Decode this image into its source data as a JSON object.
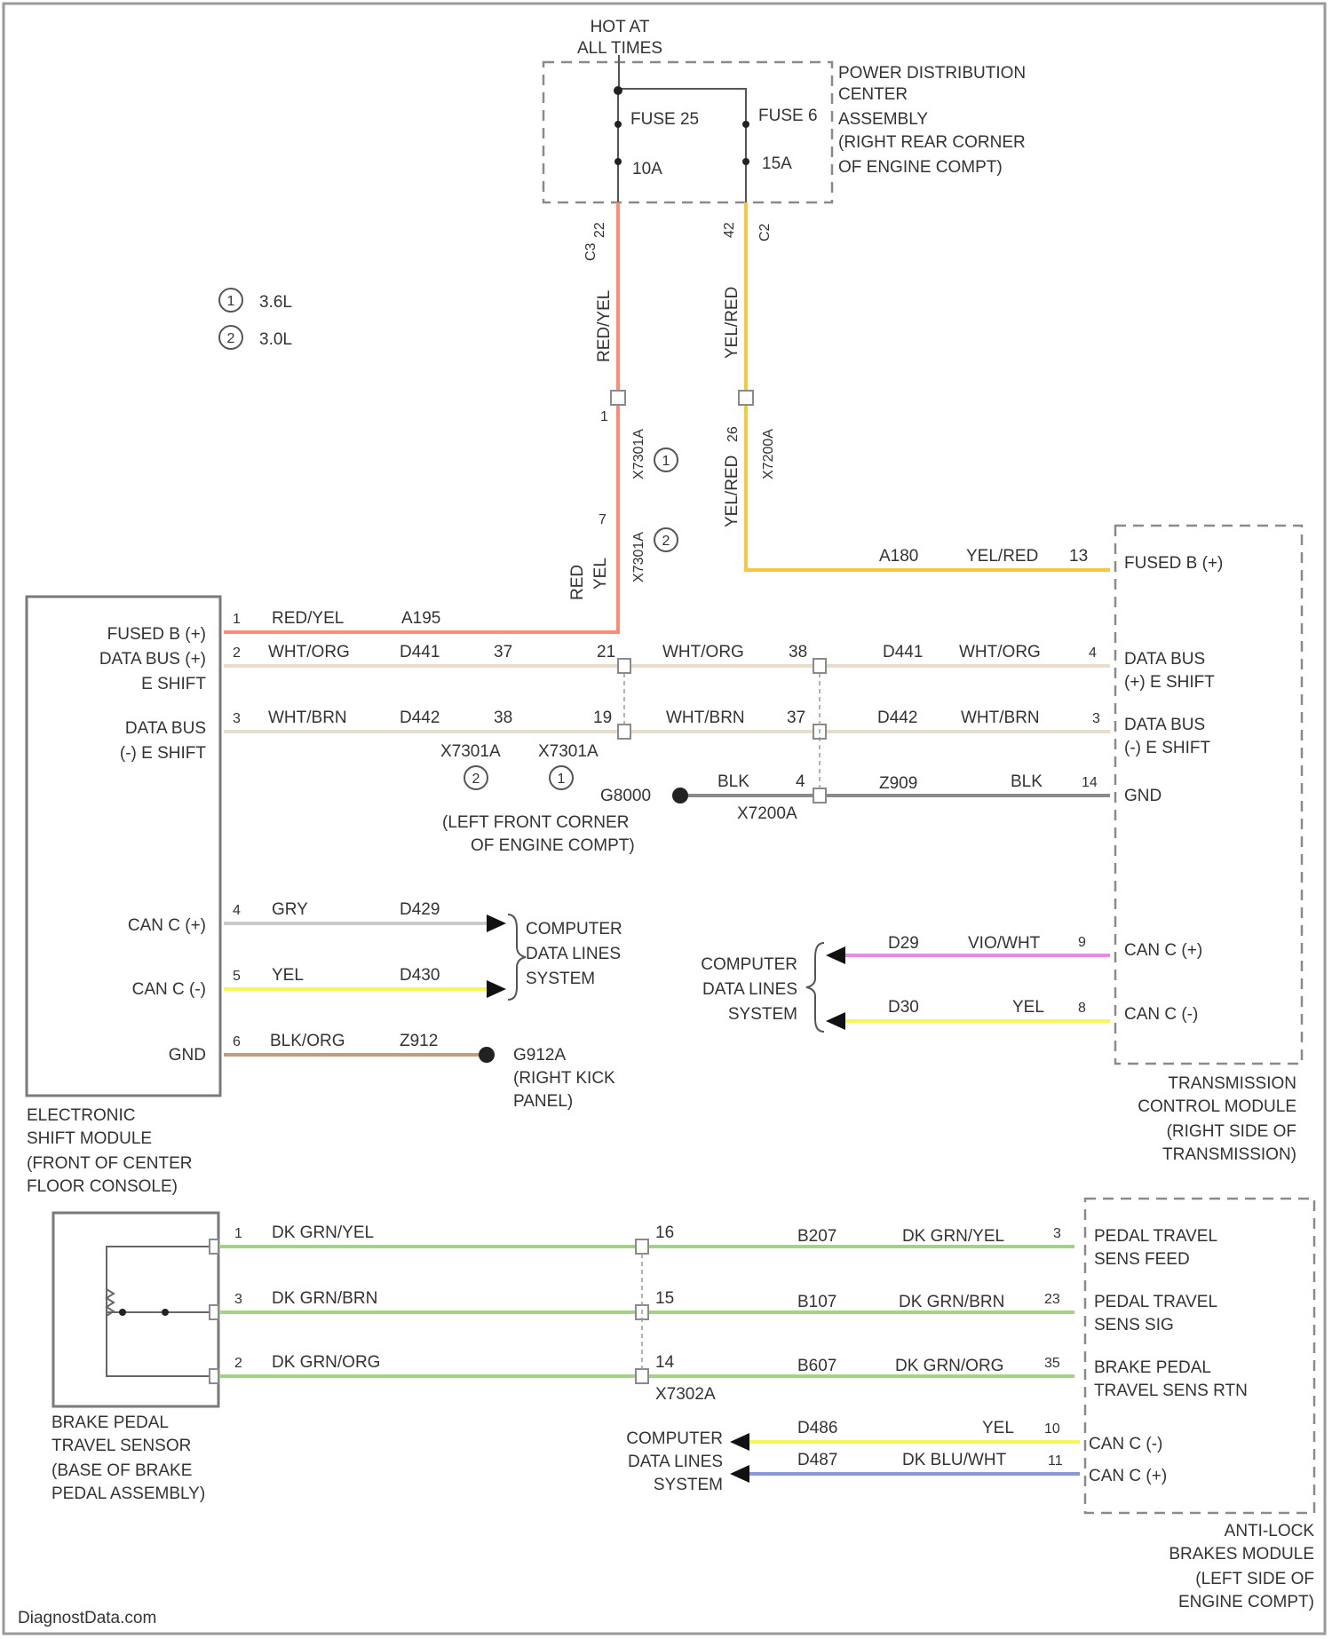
{
  "legend": [
    {
      "marker": "1",
      "text": "3.6L"
    },
    {
      "marker": "2",
      "text": "3.0L"
    }
  ],
  "pdc": {
    "top_note": [
      "HOT AT",
      "ALL TIMES"
    ],
    "label": [
      "POWER DISTRIBUTION",
      "CENTER",
      "ASSEMBLY",
      "(RIGHT REAR CORNER",
      "OF ENGINE COMPT)"
    ],
    "fuse_left_name": "FUSE 25",
    "fuse_left_amps": "10A",
    "fuse_right_name": "FUSE 6",
    "fuse_right_amps": "15A",
    "pin_left": "22",
    "pin_left_conn": "C3",
    "pin_right": "42",
    "pin_right_conn": "C2"
  },
  "feed_left": {
    "color_label": "RED/YEL",
    "inline_pin_a": "1",
    "inline_conn_a": "X7301A",
    "inline_pin_b": "7",
    "inline_conn_b": "X7301A",
    "alt_color": [
      "RED",
      "YEL"
    ],
    "marker_a": "1",
    "marker_b": "2"
  },
  "feed_right": {
    "color_label_top": "YEL/RED",
    "color_label_bottom": "YEL/RED",
    "inline_pin": "26",
    "inline_conn": "X7200A"
  },
  "esm": {
    "pins": [
      {
        "label": [
          "FUSED B (+)"
        ],
        "pin": "1"
      },
      {
        "label": [
          "DATA BUS (+)",
          "E SHIFT"
        ],
        "pin": "2"
      },
      {
        "label": [
          "DATA BUS",
          "(-) E SHIFT"
        ],
        "pin": "3"
      },
      {
        "label": [
          "CAN C (+)"
        ],
        "pin": "4"
      },
      {
        "label": [
          "CAN C (-)"
        ],
        "pin": "5"
      },
      {
        "label": [
          "GND"
        ],
        "pin": "6"
      }
    ],
    "name": [
      "ELECTRONIC",
      "SHIFT MODULE",
      "(FRONT OF CENTER",
      "FLOOR CONSOLE)"
    ]
  },
  "tcm": {
    "pins": [
      {
        "label": [
          "FUSED B (+)"
        ],
        "pin": "13"
      },
      {
        "label": [
          "DATA BUS",
          "(+) E SHIFT"
        ],
        "pin": "4"
      },
      {
        "label": [
          "DATA BUS",
          "(-) E SHIFT"
        ],
        "pin": "3"
      },
      {
        "label": [
          "GND"
        ],
        "pin": "14"
      },
      {
        "label": [
          "CAN C (+)"
        ],
        "pin": "9"
      },
      {
        "label": [
          "CAN C (-)"
        ],
        "pin": "8"
      }
    ],
    "name": [
      "TRANSMISSION",
      "CONTROL MODULE",
      "(RIGHT SIDE OF",
      "TRANSMISSION)"
    ]
  },
  "harness": {
    "w1": {
      "color": "RED/YEL",
      "circuit": "A195"
    },
    "w2": {
      "left_color": "WHT/ORG",
      "left_circuit": "D441",
      "pin_a": "37",
      "pin_b": "21",
      "mid_color": "WHT/ORG",
      "pin_c": "38",
      "right_circuit": "D441",
      "right_color": "WHT/ORG"
    },
    "w3": {
      "left_color": "WHT/BRN",
      "left_circuit": "D442",
      "pin_a": "38",
      "pin_b": "19",
      "mid_color": "WHT/BRN",
      "pin_c": "37",
      "right_circuit": "D442",
      "right_color": "WHT/BRN"
    },
    "conn_under_a": "X7301A",
    "conn_under_b": "X7301A",
    "marker_under_a": "2",
    "marker_under_b": "1",
    "gnd": {
      "splice": "G8000",
      "color_a": "BLK",
      "pin": "4",
      "conn": "X7200A",
      "circuit": "Z909",
      "color_b": "BLK"
    },
    "gnd_location": [
      "(LEFT FRONT CORNER",
      "OF ENGINE COMPT)"
    ]
  },
  "esm_can": {
    "can_plus": {
      "color": "GRY",
      "circuit": "D429"
    },
    "can_minus": {
      "color": "YEL",
      "circuit": "D430"
    },
    "gnd": {
      "color": "BLK/ORG",
      "circuit": "Z912",
      "splice": "G912A"
    },
    "dest": [
      "COMPUTER",
      "DATA LINES",
      "SYSTEM"
    ],
    "gnd_location": [
      "(RIGHT KICK",
      "PANEL)"
    ]
  },
  "tcm_can": {
    "can_plus": {
      "circuit": "D29",
      "color": "VIO/WHT",
      "pin": "9"
    },
    "can_minus": {
      "circuit": "D30",
      "color": "YEL",
      "pin": "8"
    },
    "dest": [
      "COMPUTER",
      "DATA LINES",
      "SYSTEM"
    ]
  },
  "bpts": {
    "name": [
      "BRAKE PEDAL",
      "TRAVEL SENSOR",
      "(BASE OF BRAKE",
      "PEDAL ASSEMBLY)"
    ],
    "wires": [
      {
        "pin_l": "1",
        "color_l": "DK GRN/YEL",
        "inline": "16",
        "circuit": "B207",
        "color_r": "DK GRN/YEL",
        "pin_r": "3",
        "label": [
          "PEDAL TRAVEL",
          "SENS FEED"
        ]
      },
      {
        "pin_l": "3",
        "color_l": "DK GRN/BRN",
        "inline": "15",
        "circuit": "B107",
        "color_r": "DK GRN/BRN",
        "pin_r": "23",
        "label": [
          "PEDAL TRAVEL",
          "SENS SIG"
        ]
      },
      {
        "pin_l": "2",
        "color_l": "DK GRN/ORG",
        "inline": "14",
        "circuit": "B607",
        "color_r": "DK GRN/ORG",
        "pin_r": "35",
        "label": [
          "BRAKE PEDAL",
          "TRAVEL SENS RTN"
        ]
      }
    ],
    "inline_conn": "X7302A"
  },
  "abs": {
    "can_minus": {
      "circuit": "D486",
      "color": "YEL",
      "pin": "10",
      "label": "CAN C (-)"
    },
    "can_plus": {
      "circuit": "D487",
      "color": "DK BLU/WHT",
      "pin": "11",
      "label": "CAN C (+)"
    },
    "dest": [
      "COMPUTER",
      "DATA LINES",
      "SYSTEM"
    ],
    "name": [
      "ANTI-LOCK",
      "BRAKES MODULE",
      "(LEFT SIDE OF",
      "ENGINE COMPT)"
    ]
  },
  "watermark": "DiagnostData.com",
  "wire_colors": {
    "red_yel": "#ff8a78",
    "yel_red": "#f5c842",
    "wht": "#e9dccb",
    "blk": "#8a8a8a",
    "gry": "#c9c9c9",
    "yel": "#f6f55a",
    "blk_org": "#c79a7a",
    "vio_wht": "#e58be6",
    "dk_grn": "#9fd67f",
    "dk_blu_wht": "#8a98d8"
  }
}
